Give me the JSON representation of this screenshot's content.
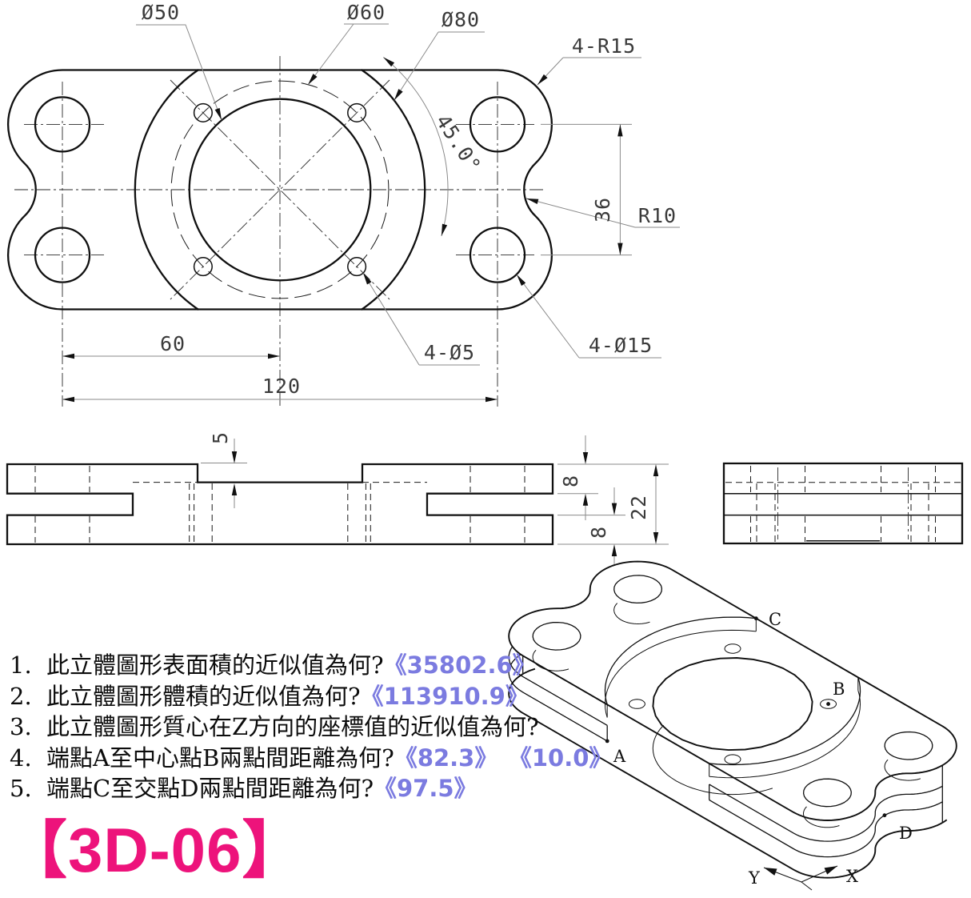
{
  "top_view": {
    "labels": {
      "d50": "Ø50",
      "d60": "Ø60",
      "d80": "Ø80",
      "r15": "4-R15",
      "angle": "45.0°",
      "dim36": "36",
      "r10": "R10",
      "d15": "4-Ø15",
      "d5": "4-Ø5",
      "dim60": "60",
      "dim120": "120"
    }
  },
  "front_view": {
    "labels": {
      "dim5": "5",
      "dim8_top": "8",
      "dim22": "22",
      "dim8_bottom": "8"
    }
  },
  "iso_view": {
    "labels": {
      "a": "A",
      "b": "B",
      "c": "C",
      "d": "D",
      "x": "X",
      "y": "Y"
    }
  },
  "questions": [
    {
      "no": "1.",
      "text": "此立體圖形表面積的近似值為何?",
      "answers": [
        "《35802.6》"
      ]
    },
    {
      "no": "2.",
      "text": "此立體圖形體積的近似值為何?",
      "answers": [
        "《113910.9》"
      ]
    },
    {
      "no": "3.",
      "text": "此立體圖形質心在Z方向的座標值的近似值為何?",
      "answers": []
    },
    {
      "no": "4.",
      "text": "端點A至中心點B兩點間距離為何?",
      "answers": [
        "《82.3》",
        "《10.0》"
      ]
    },
    {
      "no": "5.",
      "text": "端點C至交點D兩點間距離為何?",
      "answers": [
        "《97.5》"
      ]
    }
  ],
  "tag": {
    "text": "【3D-06】"
  },
  "colors": {
    "answer": "#7b7be0",
    "tag": "#ed137b",
    "line": "#101010"
  }
}
